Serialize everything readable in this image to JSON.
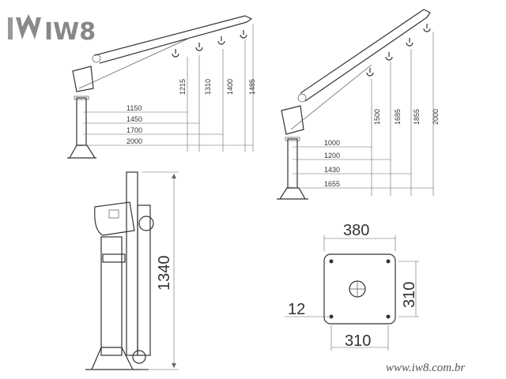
{
  "logo": {
    "text": "IW8",
    "color": "#8a8a8a"
  },
  "website": "www.iw8.com.br",
  "crane_left": {
    "horizontal_reaches": [
      "1150",
      "1450",
      "1700",
      "2000"
    ],
    "vertical_heights": [
      "1215",
      "1310",
      "1400",
      "1485"
    ]
  },
  "crane_right": {
    "horizontal_reaches": [
      "1000",
      "1200",
      "1430",
      "1655"
    ],
    "vertical_heights": [
      "1500",
      "1685",
      "1855",
      "2000"
    ]
  },
  "side_view": {
    "height": "1340"
  },
  "base_plate": {
    "width": "380",
    "height": "310",
    "hole_spacing": "310",
    "edge_offset": "12"
  },
  "colors": {
    "line": "#333333",
    "dimension": "#666666"
  }
}
